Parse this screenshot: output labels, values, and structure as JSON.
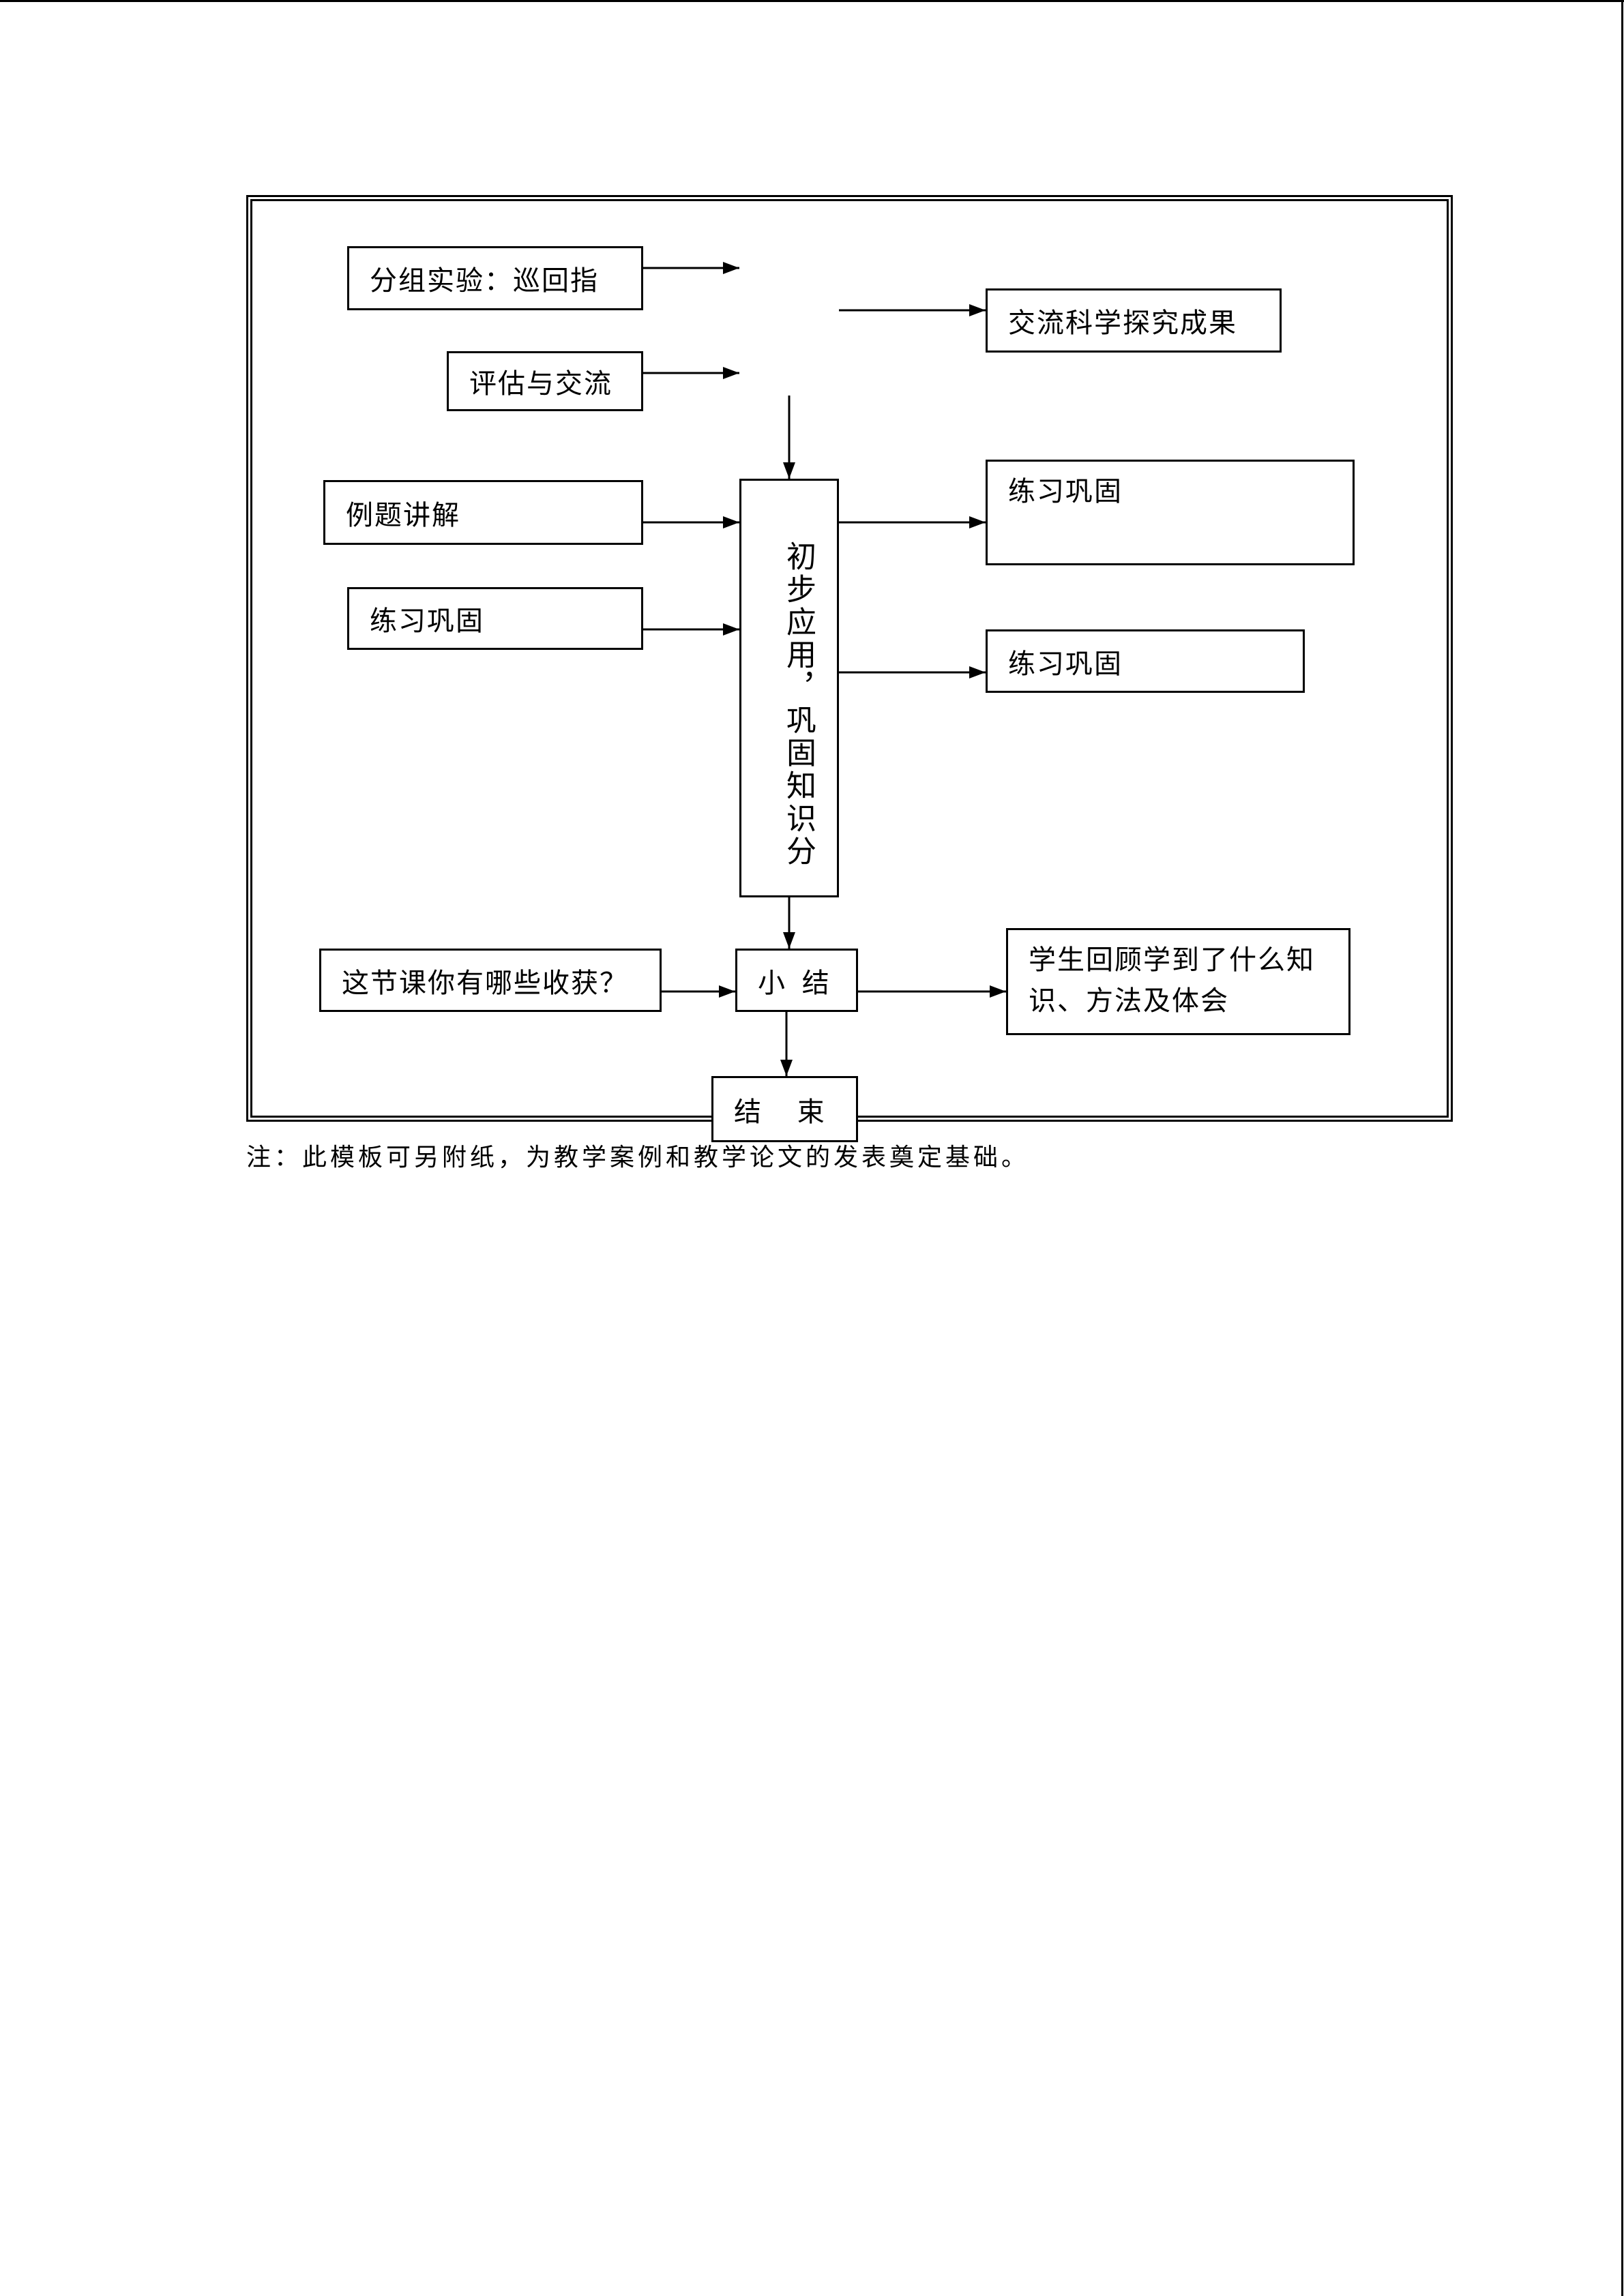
{
  "flowchart": {
    "nodes": {
      "group_experiment": "分组实验：巡回指",
      "evaluate_exchange": "评估与交流",
      "exchange_results": "交流科学探究成果",
      "application": "初步应用，巩固知识分",
      "example_explanation": "例题讲解",
      "practice_left": "练习巩固",
      "practice_right_1": "练习巩固",
      "practice_right_2": "练习巩固",
      "question": "这节课你有哪些收获？",
      "summary": "小 结",
      "review": "学生回顾学到了什么知识、方法及体会",
      "end": "结 束"
    }
  },
  "note": "注：此模板可另附纸，为教学案例和教学论文的发表奠定基础。"
}
